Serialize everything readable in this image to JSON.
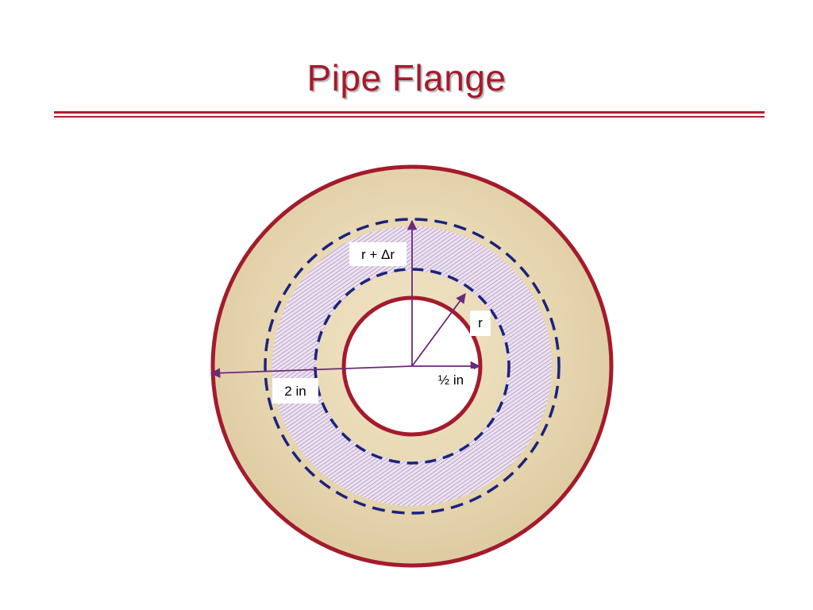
{
  "slide": {
    "title": "Pipe Flange"
  },
  "diagram": {
    "labels": {
      "outer_radius": "2 in",
      "inner_radius": "½ in",
      "r": "r",
      "r_plus_dr": "r + Δr"
    },
    "colors": {
      "title": "#a31b2c",
      "rings": "#a31b2c",
      "flange_fill": "#e8d9b5",
      "dashed": "#1a237e",
      "arrows": "#6b2a7a",
      "hatch": "#9a7ab8"
    }
  }
}
